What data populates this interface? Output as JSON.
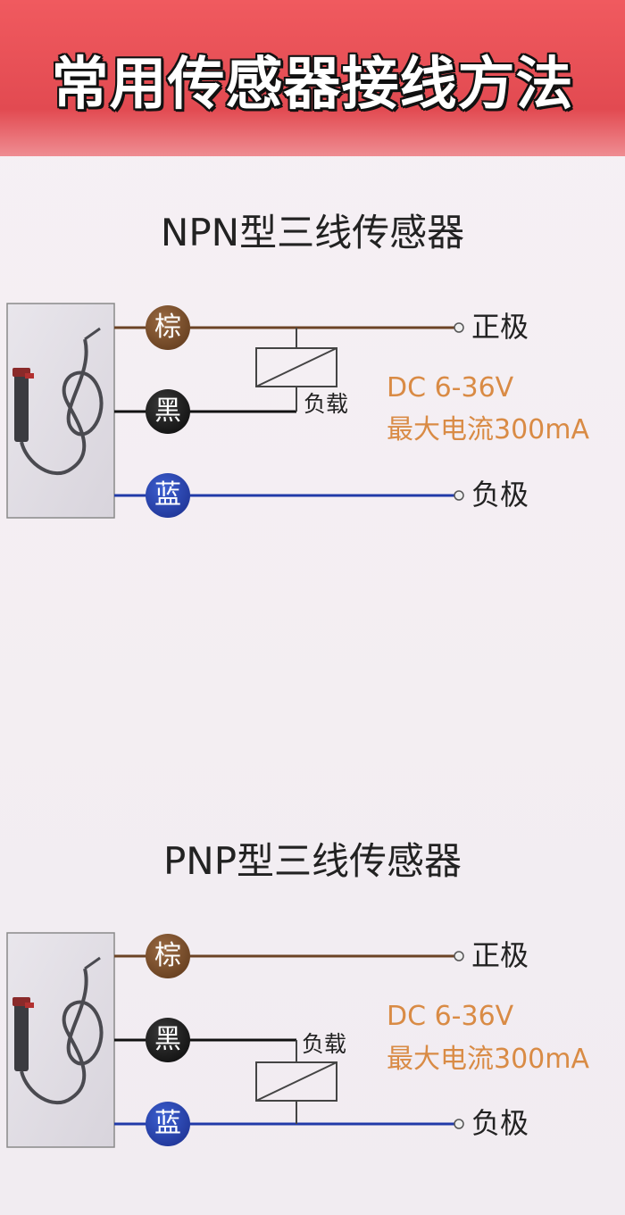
{
  "banner": {
    "title": "常用传感器接线方法"
  },
  "npn": {
    "title": "NPN型三线传感器",
    "wires": {
      "brown": "棕",
      "black": "黑",
      "blue": "蓝"
    },
    "positive": "正极",
    "negative": "负极",
    "load": "负载",
    "voltage": "DC 6-36V",
    "current": "最大电流300mA"
  },
  "pnp": {
    "title": "PNP型三线传感器",
    "wires": {
      "brown": "棕",
      "black": "黑",
      "blue": "蓝"
    },
    "positive": "正极",
    "negative": "负极",
    "load": "负载",
    "voltage": "DC 6-36V",
    "current": "最大电流300mA"
  },
  "colors": {
    "brown_wire": "#6b4325",
    "black_wire": "#111111",
    "blue_wire": "#213aa8",
    "spec_text": "#d98b45",
    "banner": "#e24a51"
  }
}
